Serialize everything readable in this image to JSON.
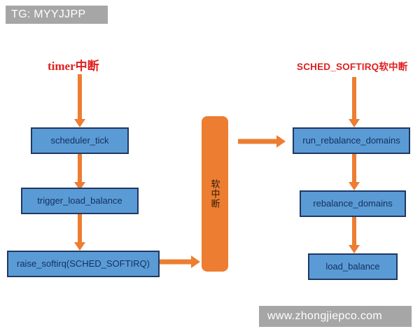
{
  "watermarks": {
    "top_left": "TG: MYYJJPP",
    "bottom_right": "www.zhongjiepco.com"
  },
  "labels": {
    "left_trigger": "timer中断",
    "right_trigger": "SCHED_SOFTIRQ软中断"
  },
  "softirq_bar": {
    "label": "软中断",
    "color": "#ED7D31"
  },
  "colors": {
    "node_fill": "#5B9BD5",
    "node_border": "#1F3864",
    "node_text": "#12305E",
    "arrow": "#ED7D31",
    "heading_red": "#E02020",
    "watermark_bg": "#A6A6A6"
  },
  "left_column": {
    "nodes": [
      {
        "id": "scheduler-tick",
        "label": "scheduler_tick"
      },
      {
        "id": "trigger-load-balance",
        "label": "trigger_load_balance"
      },
      {
        "id": "raise-softirq",
        "label": "raise_softirq(SCHED_SOFTIRQ)"
      }
    ]
  },
  "right_column": {
    "nodes": [
      {
        "id": "run-rebalance-domains",
        "label": "run_rebalance_domains"
      },
      {
        "id": "rebalance-domains",
        "label": "rebalance_domains"
      },
      {
        "id": "load-balance",
        "label": "load_balance"
      }
    ]
  },
  "edges": [
    {
      "from": "timer中断",
      "to": "scheduler_tick",
      "direction": "down"
    },
    {
      "from": "scheduler_tick",
      "to": "trigger_load_balance",
      "direction": "down"
    },
    {
      "from": "trigger_load_balance",
      "to": "raise_softirq(SCHED_SOFTIRQ)",
      "direction": "down"
    },
    {
      "from": "raise_softirq(SCHED_SOFTIRQ)",
      "to": "软中断",
      "direction": "right"
    },
    {
      "from": "软中断",
      "to": "run_rebalance_domains",
      "direction": "right"
    },
    {
      "from": "SCHED_SOFTIRQ软中断",
      "to": "run_rebalance_domains",
      "direction": "down"
    },
    {
      "from": "run_rebalance_domains",
      "to": "rebalance_domains",
      "direction": "down"
    },
    {
      "from": "rebalance_domains",
      "to": "load_balance",
      "direction": "down"
    }
  ]
}
